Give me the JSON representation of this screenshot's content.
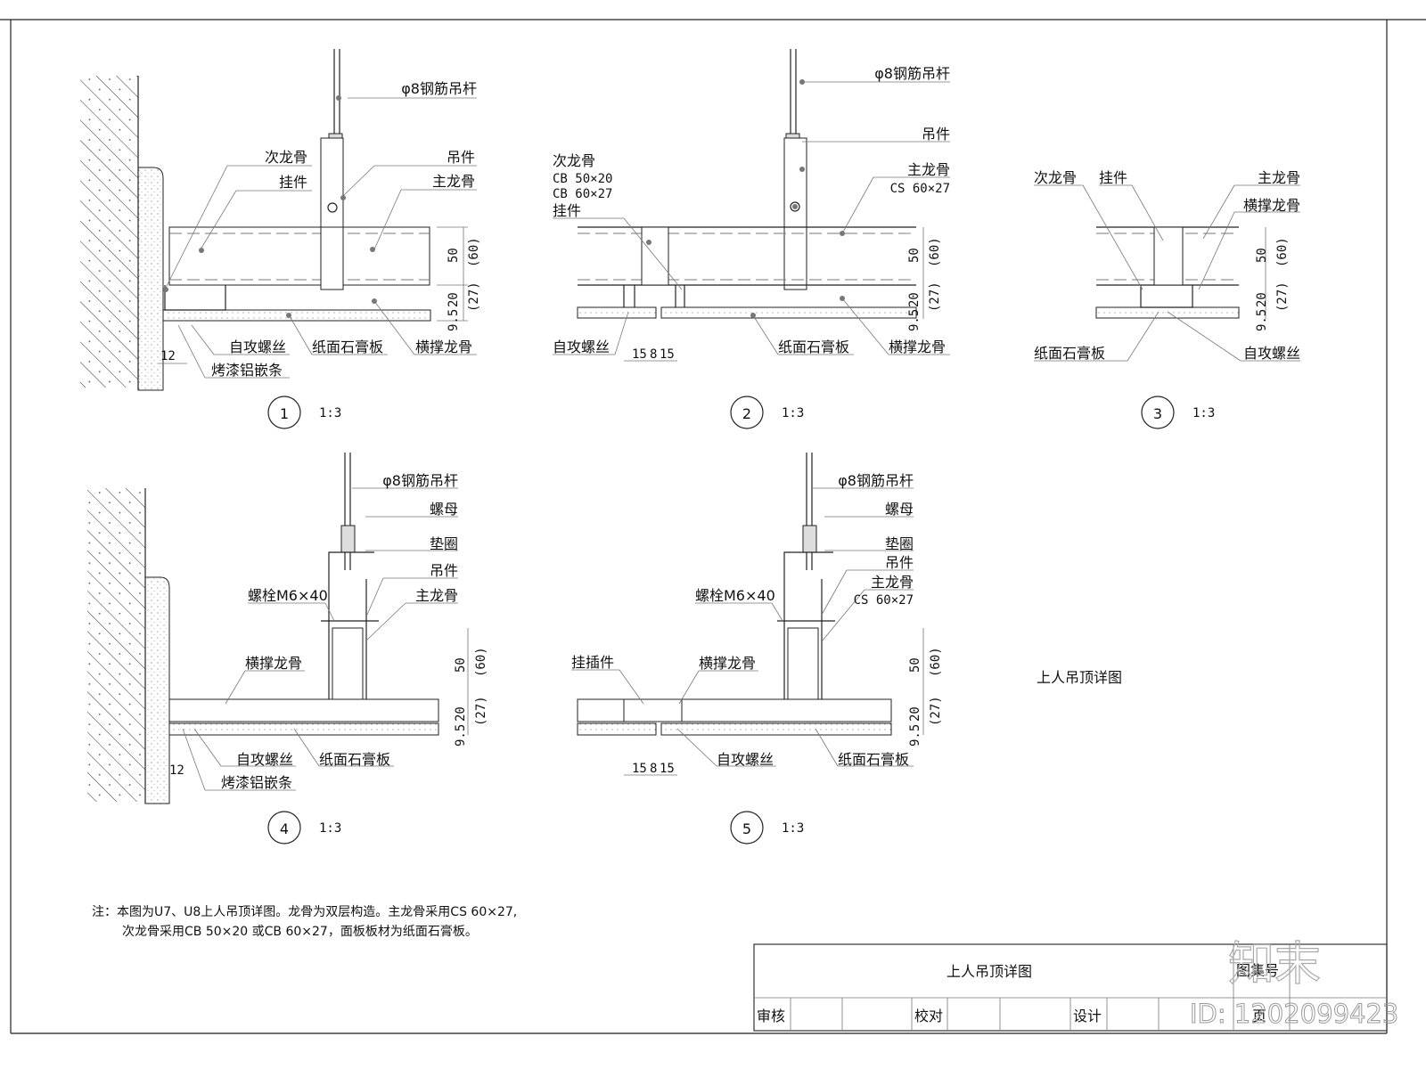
{
  "title": "上人吊顶详图",
  "scale": "1:3",
  "labels": {
    "rod": "φ8钢筋吊杆",
    "secondary_keel": "次龙骨",
    "clip": "挂件",
    "hanger": "吊件",
    "main_keel": "主龙骨",
    "cross_keel": "横撑龙骨",
    "screw": "自攻螺丝",
    "gypsum": "纸面石膏板",
    "trim": "烤漆铝嵌条",
    "nut": "螺母",
    "washer": "垫圈",
    "bolt": "螺栓M6×40",
    "insert": "挂插件",
    "cs": "CS 60×27",
    "cb1": "CB 50×20",
    "cb2": "CB 60×27"
  },
  "dims": {
    "d50": "50",
    "d60": "(60)",
    "d20": "20",
    "d27": "(27)",
    "d95": "9.5",
    "d12": "12",
    "d15": "15",
    "d8": "8"
  },
  "details": [
    "1",
    "2",
    "3",
    "4",
    "5"
  ],
  "notes": [
    "注：本图为U7、U8上人吊顶详图。龙骨为双层构造。主龙骨采用CS 60×27,",
    "次龙骨采用CB 50×20 或CB 60×27，面板板材为纸面石膏板。"
  ],
  "title_block": {
    "title": "上人吊顶详图",
    "atlas_no": "图集号",
    "page": "页",
    "review": "审核",
    "check": "校对",
    "design": "设计"
  },
  "watermark": {
    "logo": "知末",
    "id": "ID: 1202099423"
  }
}
